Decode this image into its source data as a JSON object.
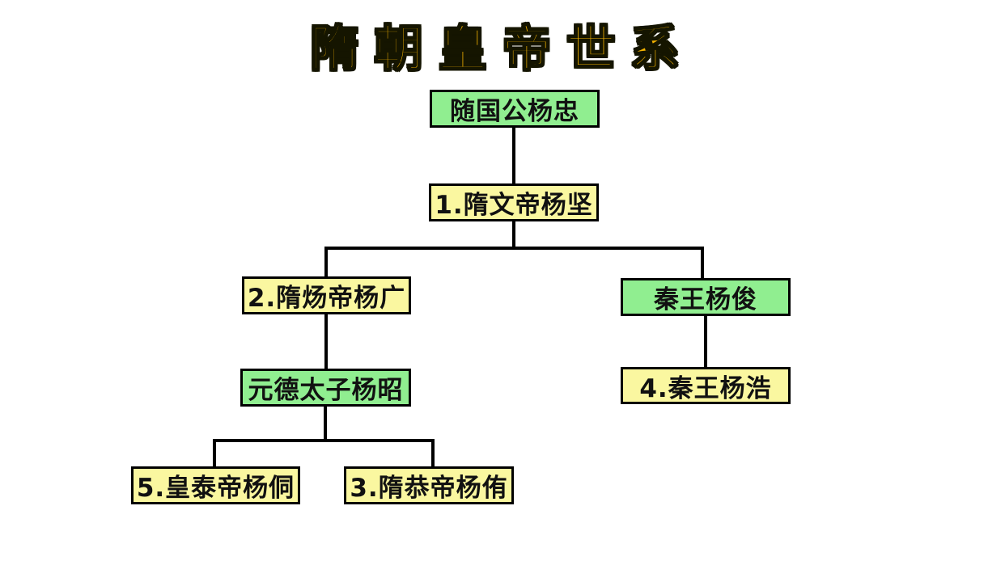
{
  "title": {
    "text": "隋朝皇帝世系",
    "color": "#F2B100",
    "outline_color": "#151500"
  },
  "colors": {
    "background": "#FFFFFF",
    "green_box": "#90EE90",
    "yellow_box": "#FAF7A0",
    "box_border": "#000000",
    "line": "#000000",
    "title_gold": "#F2B100"
  },
  "tree": {
    "nodes": [
      {
        "id": "yang-zhong",
        "label": "随国公杨忠",
        "variant": "green"
      },
      {
        "id": "wen-di",
        "label": "1.隋文帝杨坚",
        "variant": "yellow"
      },
      {
        "id": "yang-di",
        "label": "2.隋炀帝杨广",
        "variant": "yellow"
      },
      {
        "id": "qin-wang-yang-jun",
        "label": "秦王杨俊",
        "variant": "green"
      },
      {
        "id": "yang-zhao",
        "label": "元德太子杨昭",
        "variant": "green"
      },
      {
        "id": "yang-hao",
        "label": "4.秦王杨浩",
        "variant": "yellow"
      },
      {
        "id": "yang-tong",
        "label": "5.皇泰帝杨侗",
        "variant": "yellow"
      },
      {
        "id": "yang-you",
        "label": "3.隋恭帝杨侑",
        "variant": "yellow"
      }
    ],
    "edges": [
      {
        "from": "yang-zhong",
        "to": "wen-di"
      },
      {
        "from": "wen-di",
        "to": "yang-di"
      },
      {
        "from": "wen-di",
        "to": "qin-wang-yang-jun"
      },
      {
        "from": "yang-di",
        "to": "yang-zhao"
      },
      {
        "from": "qin-wang-yang-jun",
        "to": "yang-hao"
      },
      {
        "from": "yang-zhao",
        "to": "yang-tong"
      },
      {
        "from": "yang-zhao",
        "to": "yang-you"
      }
    ]
  }
}
